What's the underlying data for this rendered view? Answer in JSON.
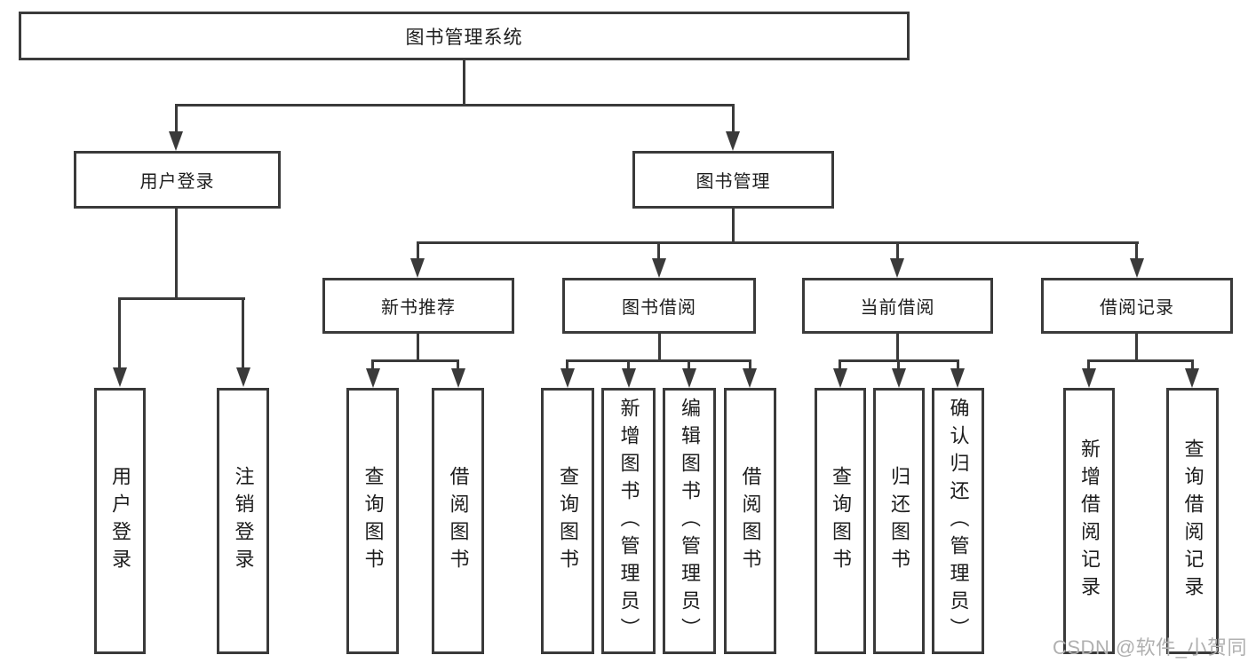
{
  "colors": {
    "line": "#3a3a3a",
    "text": "#1d1d1d",
    "watermark": "#b0b0b0",
    "background": "#ffffff"
  },
  "watermark": "CSDN @软件_小贺同学",
  "diagram": {
    "root": "图书管理系统",
    "children": [
      {
        "label": "用户登录",
        "children": [
          {
            "label": "用户登录"
          },
          {
            "label": "注销登录"
          }
        ]
      },
      {
        "label": "图书管理",
        "children": [
          {
            "label": "新书推荐",
            "children": [
              {
                "label": "查询图书"
              },
              {
                "label": "借阅图书"
              }
            ]
          },
          {
            "label": "图书借阅",
            "children": [
              {
                "label": "查询图书"
              },
              {
                "label": "新增图书（管理员）"
              },
              {
                "label": "编辑图书（管理员）"
              },
              {
                "label": "借阅图书"
              }
            ]
          },
          {
            "label": "当前借阅",
            "children": [
              {
                "label": "查询图书"
              },
              {
                "label": "归还图书"
              },
              {
                "label": "确认归还（管理员）"
              }
            ]
          },
          {
            "label": "借阅记录",
            "children": [
              {
                "label": "新增借阅记录"
              },
              {
                "label": "查询借阅记录"
              }
            ]
          }
        ]
      }
    ]
  }
}
